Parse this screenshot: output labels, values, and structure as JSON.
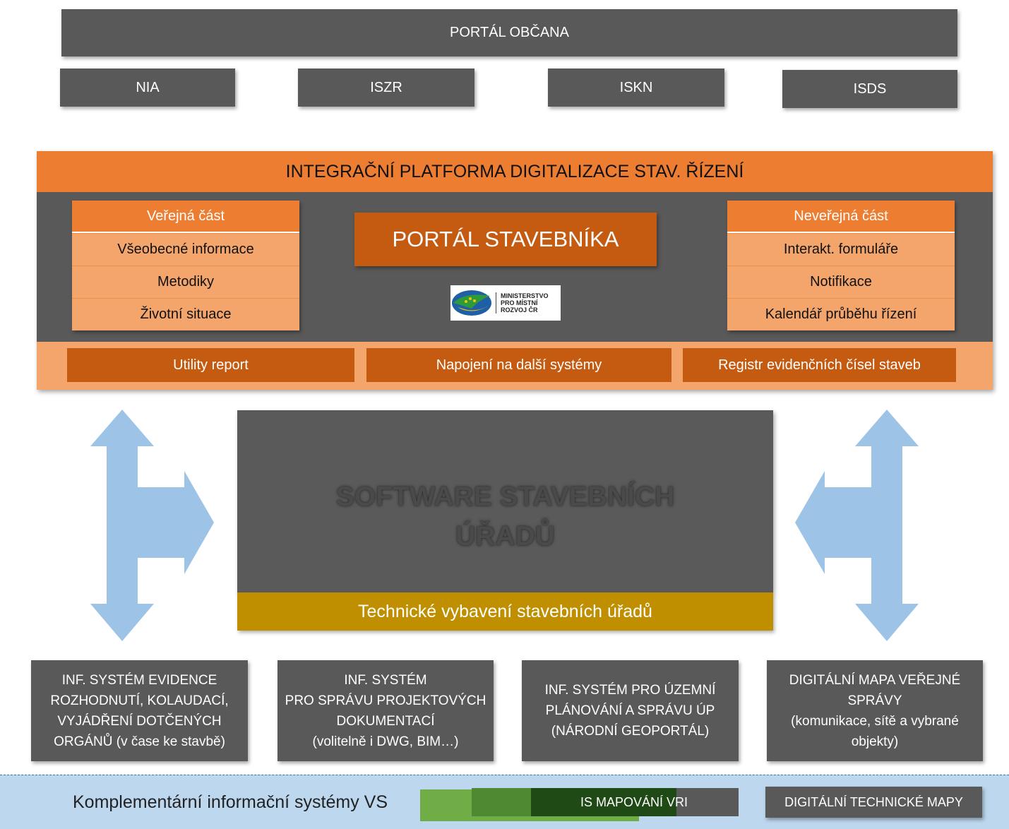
{
  "top": {
    "portal_obcana": "PORTÁL OBČANA",
    "items": [
      "NIA",
      "ISZR",
      "ISKN",
      "ISDS"
    ]
  },
  "platform": {
    "title": "INTEGRAČNÍ PLATFORMA DIGITALIZACE STAV. ŘÍZENÍ",
    "public": {
      "heading": "Veřejná část",
      "items": [
        "Všeobecné informace",
        "Metodiky",
        "Životní situace"
      ]
    },
    "portal_stavebnika": "PORTÁL STAVEBNÍKA",
    "logo": {
      "line1": "MINISTERSTVO",
      "line2": "PRO MÍSTNÍ",
      "line3": "ROZVOJ ČR"
    },
    "private": {
      "heading": "Neveřejná část",
      "items": [
        "Interakt. formuláře",
        "Notifikace",
        "Kalendář průběhu řízení"
      ]
    },
    "utilities": [
      "Utility report",
      "Napojení na další systémy",
      "Registr evidenčních čísel staveb"
    ]
  },
  "software": {
    "title_line1": "SOFTWARE STAVEBNÍCH",
    "title_line2": "ÚŘADŮ",
    "tech": "Technické vybavení stavebních úřadů"
  },
  "systems": [
    {
      "lines": [
        "INF. SYSTÉM EVIDENCE",
        "ROZHODNUTÍ, KOLAUDACÍ,",
        "VYJÁDŘENÍ  DOTČENÝCH",
        "ORGÁNŮ (v čase ke stavbě)"
      ]
    },
    {
      "lines": [
        "INF. SYSTÉM",
        "PRO SPRÁVU PROJEKTOVÝCH",
        "DOKUMENTACÍ",
        "(volitelně i DWG,  BIM…)"
      ]
    },
    {
      "lines": [
        "INF. SYSTÉM PRO ÚZEMNÍ",
        "PLÁNOVÁNÍ  A SPRÁVU ÚP",
        "(NÁRODNÍ GEOPORTÁL)"
      ]
    },
    {
      "lines": [
        "DIGITÁLNÍ MAPA VEŘEJNÉ",
        "SPRÁVY",
        "(komunikace, sítě a vybrané",
        "objekty)"
      ]
    }
  ],
  "complementary": {
    "label": "Komplementární informační systémy VS",
    "mapovani": "IS MAPOVÁNÍ VRI",
    "dtm": "DIGITÁLNÍ TECHNICKÉ MAPY"
  },
  "colors": {
    "dark_gray": "#595959",
    "orange": "#ed7d31",
    "light_orange": "#f4a56c",
    "burnt_orange": "#c55a11",
    "gold": "#bf8f00",
    "arrow_blue": "#9dc3e6",
    "strip_blue": "#bdd7ee",
    "green": "#70ad47"
  }
}
